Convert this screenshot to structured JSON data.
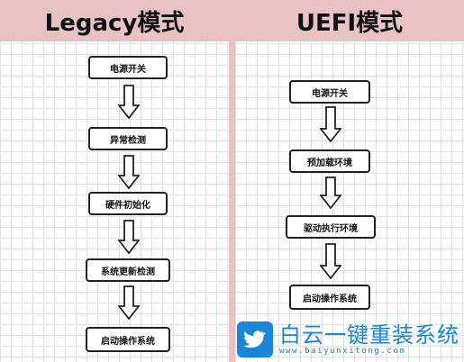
{
  "left": {
    "title": "Legacy模式",
    "steps": [
      "电源开关",
      "异常检测",
      "硬件初始化",
      "系统更新检测",
      "启动操作系统"
    ]
  },
  "right": {
    "title": "UEFI模式",
    "steps": [
      "电源开关",
      "预加载环境",
      "驱动执行环境",
      "启动操作系统"
    ]
  },
  "watermark": {
    "brand": "白云一键重装系统",
    "url": "www.baiyunxitong.com",
    "logo_icon": "twitter-bird-icon"
  },
  "colors": {
    "background": "#e9c2c5",
    "node_border": "#222222",
    "watermark_blue": "#1b86d6"
  }
}
